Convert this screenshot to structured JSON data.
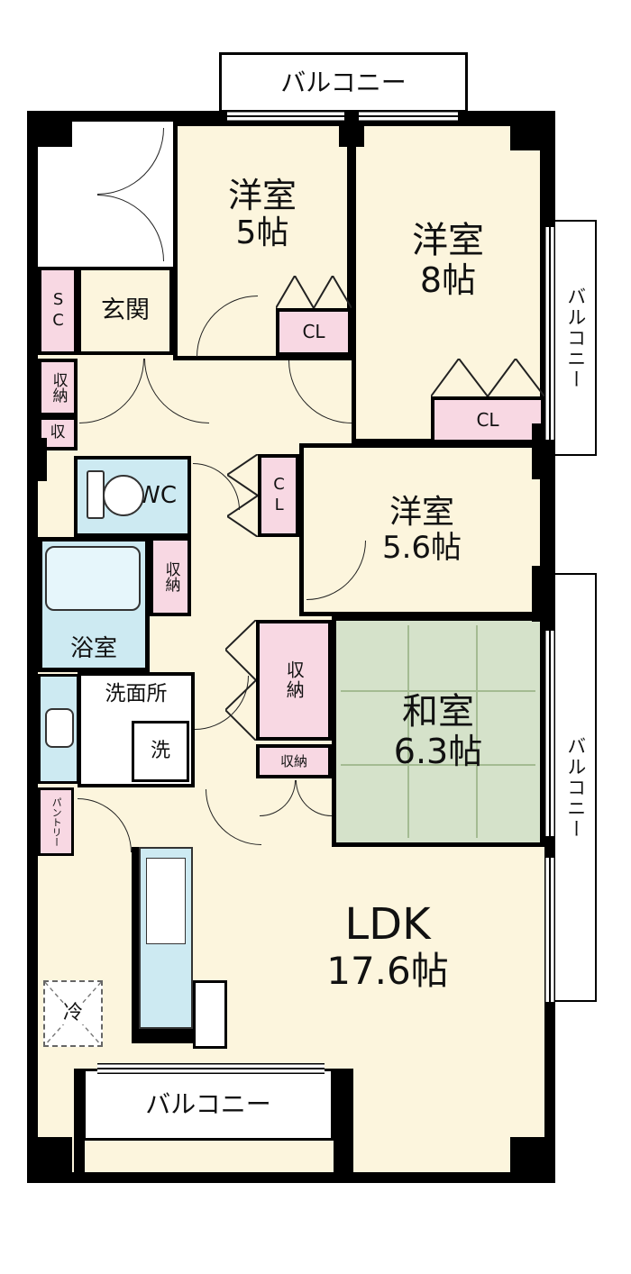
{
  "plan": {
    "balconies": {
      "top": "バルコニー",
      "right_upper": "バルコニー",
      "right_lower": "バルコニー",
      "bottom": "バルコニー"
    },
    "rooms": {
      "western5": {
        "name": "洋室",
        "size": "5帖"
      },
      "western8": {
        "name": "洋室",
        "size": "8帖"
      },
      "western56": {
        "name": "洋室",
        "size": "5.6帖"
      },
      "japanese": {
        "name": "和室",
        "size": "6.3帖"
      },
      "ldk": {
        "name": "LDK",
        "size": "17.6帖"
      },
      "entrance": "玄関",
      "toilet": "WC",
      "bathroom": "浴室",
      "washroom": "洗面所"
    },
    "storage": {
      "shoe_closet": "SC",
      "closet_west5": "CL",
      "closet_west8": "CL",
      "closet_hall": "CL",
      "storage_hall_upper": "収納",
      "storage_hall_lower": "収",
      "storage_corridor": "収納",
      "storage_center": "収納",
      "storage_center_small": "収納",
      "pantry": "パントリー"
    },
    "fixtures": {
      "washer": "洗",
      "fridge": "冷"
    },
    "colors": {
      "room_fill": "#fcf5dd",
      "closet_fill": "#f8d8e3",
      "water_fill": "#cdeaf2",
      "tatami_fill": "#d5e2ca",
      "wall": "#000000"
    }
  }
}
